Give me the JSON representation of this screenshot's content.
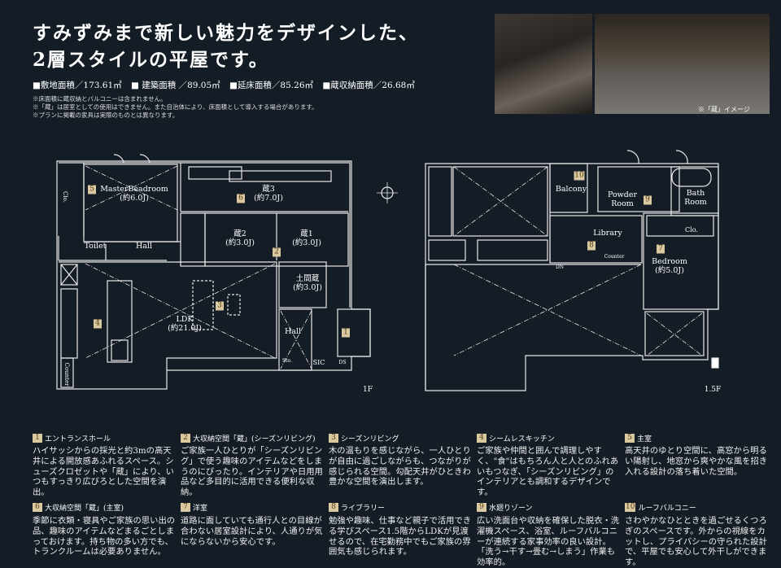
{
  "header": {
    "title_line1": "すみずみまで新しい魅力をデザインした、",
    "title_line2": "2層スタイルの平屋です。",
    "stats": [
      "■敷地面積／173.61㎡",
      "■ 建築面積 ／89.05㎡",
      "■延床面積／85.26㎡",
      "■蔵収納面積／26.68㎡"
    ],
    "notes": [
      "※床面積に蔵収納とバルコニーは含まれません。",
      "※「蔵」は居室としての使用はできません。また自治体により、床面積として導入する場合があります。",
      "※プランに掲載の家具は実際のものとは異なります。"
    ]
  },
  "photo_caption": "※「蔵」イメージ",
  "floor1": {
    "label": "1F",
    "rooms": {
      "master_name": "MasterBeadroom",
      "master_size": "(約6.0J)",
      "kura3": "蔵3",
      "kura3_size": "(約7.0J)",
      "toilet": "Toilet",
      "hall": "Hall",
      "kura2": "蔵2",
      "kura2_size": "(約3.0J)",
      "kura1": "蔵1",
      "kura1_size": "(約3.0J)",
      "doma": "土間蔵",
      "doma_size": "(約3.0J)",
      "ldk": "LDK",
      "ldk_size": "(約21.0J)",
      "hall2": "Hall",
      "sto": "Sto.",
      "sic": "SIC",
      "ds": "DS",
      "clo": "Clo.",
      "counter": "Counter"
    }
  },
  "floor15": {
    "label": "1.5F",
    "rooms": {
      "balcony": "Balcony",
      "powder1": "Powder",
      "powder2": "Room",
      "bath1": "Bath",
      "bath2": "Room",
      "library": "Library",
      "counter": "Counter",
      "clo": "Clo.",
      "bedroom": "Bedroom",
      "bedroom_size": "(約5.0J)",
      "dn": "DN"
    }
  },
  "badges": [
    "1",
    "2",
    "3",
    "4",
    "5",
    "6",
    "7",
    "8",
    "9",
    "10"
  ],
  "features": [
    {
      "num": "1",
      "title": "エントランスホール",
      "body": "ハイサッシからの採光と約3mの高天井による開放感あふれるスペース。シューズクロゼットや「蔵」により、いつもすっきり広びろとした空間を演出。"
    },
    {
      "num": "2",
      "title": "大収納空間「蔵」(シーズンリビング)",
      "body": "ご家族一人ひとりが「シーズンリビング」で使う趣味のアイテムなどをしまうのにぴったり。インテリアや日用用品など多目的に活用できる便利な収納。"
    },
    {
      "num": "3",
      "title": "シーズンリビング",
      "body": "木の温もりを感じながら、一人ひとりが自由に過ごしながらも、つながりが感じられる空間。勾配天井がひときわ豊かな空間を演出します。"
    },
    {
      "num": "4",
      "title": "シームレスキッチン",
      "body": "ご家族や仲間と囲んで調理しやすく、\"食\"はもちろん人と人とのふれあいもつなぎ、「シーズンリビング」のインテリアとも調和するデザインです。"
    },
    {
      "num": "5",
      "title": "主室",
      "body": "高天井のゆとり空間に、高窓から明るい陽射し、地窓から爽やかな風を招き入れる設計の落ち着いた空間。"
    },
    {
      "num": "6",
      "title": "大収納空間「蔵」(主室)",
      "body": "季節に衣類・寝具やご家族の思い出の品、趣味のアイテムなどまるごとしまっておけます。持ち物の多い方でも、トランクルームは必要ありません。"
    },
    {
      "num": "7",
      "title": "洋室",
      "body": "道路に面していても通行人との目線が合わない居室設計により、人通りが気にならないから安心です。"
    },
    {
      "num": "8",
      "title": "ライブラリー",
      "body": "勉強や趣味、仕事など親子で活用できる学びスペース1.5階からLDKが見渡せるので、在宅勤務中でもご家族の雰囲気も感じられます。"
    },
    {
      "num": "9",
      "title": "水廻りゾーン",
      "body": "広い洗面台や収納を確保した脱衣・洗濯機スペース、浴室、ルーフバルコニーが連続する家事効率の良い設計。「洗う→干す→畳む→しまう」作業も効率的。"
    },
    {
      "num": "10",
      "title": "ルーフバルコニー",
      "body": "さわやかなひとときを過ごせるくつろぎのスペースです。外からの視線をカットし、プライバシーの守られた設計で、平屋でも安心して外干しができます。"
    }
  ]
}
